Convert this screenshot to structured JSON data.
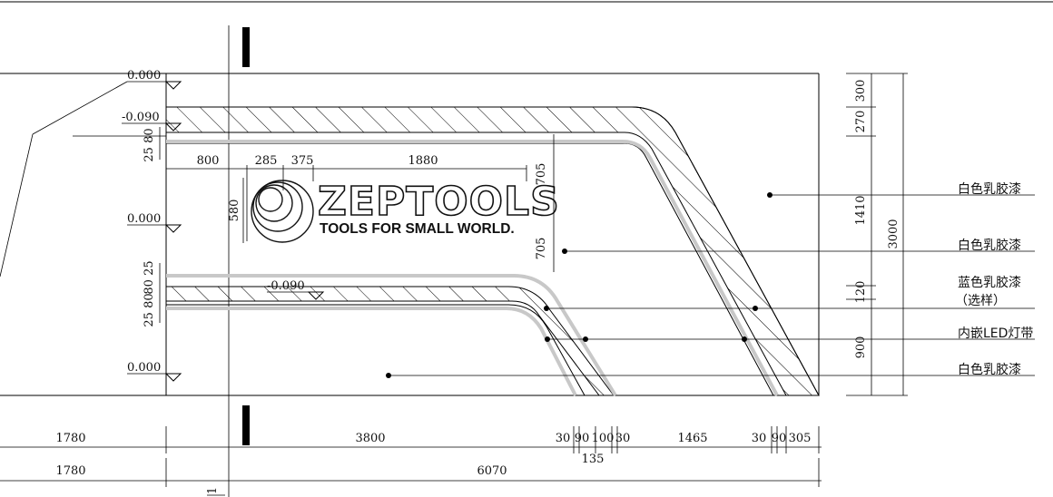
{
  "logo": {
    "name": "ZEPTOOLS",
    "slogan": "TOOLS FOR SMALL WORLD."
  },
  "levels": {
    "top": "0.000",
    "recess_top": "-0.090",
    "middle": "0.000",
    "recess_lower": "-0.090",
    "bottom": "0.000"
  },
  "callouts": [
    "白色乳胶漆",
    "白色乳胶漆",
    "蓝色乳胶漆",
    "（选样）",
    "内嵌LED灯带",
    "白色乳胶漆"
  ],
  "dimensions": {
    "top_row": [
      "800",
      "285",
      "375",
      "1880"
    ],
    "logo_height": "580",
    "right_vertical": [
      "705",
      "705"
    ],
    "left_upper": "25 80",
    "left_mid": "80 25",
    "left_lower": "25 80",
    "right_column": [
      "300",
      "270",
      "1410",
      "120",
      "900"
    ],
    "right_total": "3000",
    "bottom_row1": [
      "1780",
      "3800",
      "30",
      "90",
      "100",
      "30",
      "1465",
      "30",
      "90",
      "305"
    ],
    "bottom_sub": "135",
    "bottom_row2": [
      "1780",
      "6070"
    ]
  },
  "section_marks": {
    "bottom_label": "1"
  },
  "colors": {
    "line": "#000000",
    "led_strip": "#c8c8c8"
  }
}
